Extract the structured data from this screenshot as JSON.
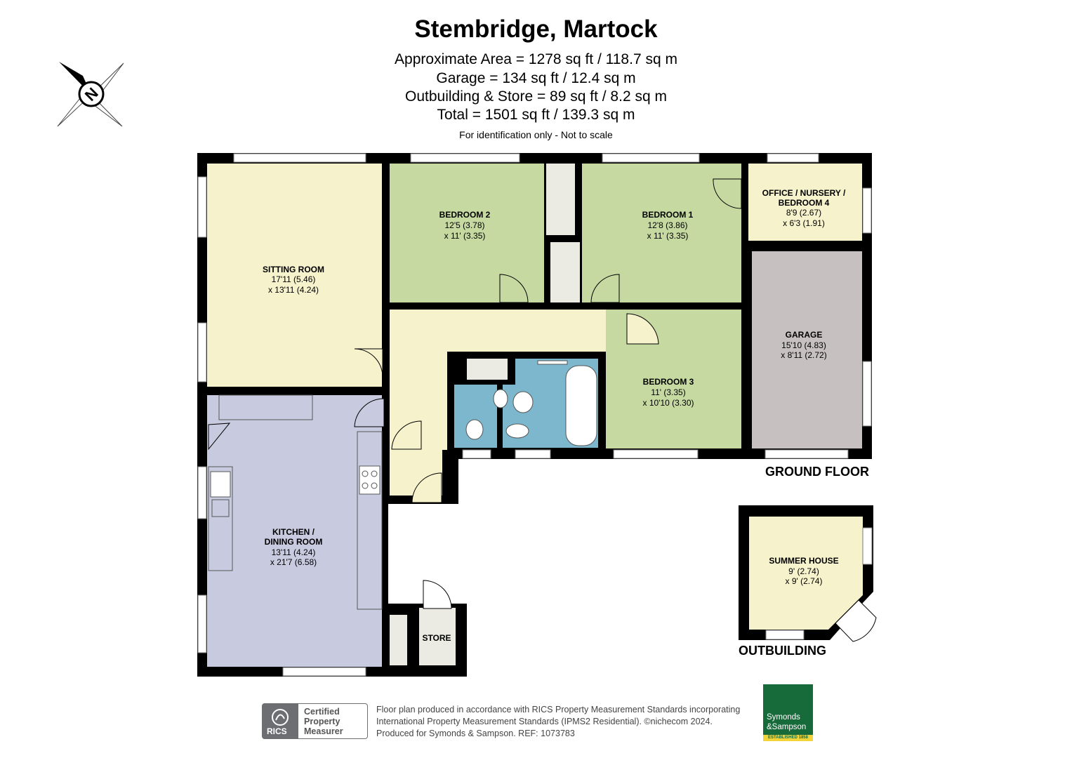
{
  "title": "Stembridge, Martock",
  "areas": [
    "Approximate Area = 1278 sq ft / 118.7 sq m",
    "Garage = 134 sq ft / 12.4 sq m",
    "Outbuilding & Store = 89 sq ft / 8.2 sq m",
    "Total = 1501 sq ft / 139.3 sq m"
  ],
  "note": "For identification only - Not to scale",
  "compass_letter": "N",
  "rooms": {
    "sitting": {
      "name": "SITTING ROOM",
      "dim1": "17'11 (5.46)",
      "dim2": "x 13'11 (4.24)"
    },
    "bed2": {
      "name": "BEDROOM 2",
      "dim1": "12'5 (3.78)",
      "dim2": "x 11' (3.35)"
    },
    "bed1": {
      "name": "BEDROOM 1",
      "dim1": "12'8 (3.86)",
      "dim2": "x 11' (3.35)"
    },
    "office": {
      "name1": "OFFICE / NURSERY /",
      "name2": "BEDROOM 4",
      "dim1": "8'9 (2.67)",
      "dim2": "x 6'3 (1.91)"
    },
    "garage": {
      "name": "GARAGE",
      "dim1": "15'10 (4.83)",
      "dim2": "x 8'11 (2.72)"
    },
    "bed3": {
      "name": "BEDROOM 3",
      "dim1": "11' (3.35)",
      "dim2": "x 10'10 (3.30)"
    },
    "kitchen": {
      "name1": "KITCHEN /",
      "name2": "DINING ROOM",
      "dim1": "13'11 (4.24)",
      "dim2": "x 21'7 (6.58)"
    },
    "store": {
      "name": "STORE"
    },
    "summer": {
      "name": "SUMMER HOUSE",
      "dim1": "9' (2.74)",
      "dim2": "x 9' (2.74)"
    }
  },
  "floors": {
    "ground": "GROUND FLOOR",
    "outbuilding": "OUTBUILDING"
  },
  "colors": {
    "sitting": "#f5f2cc",
    "bedroom": "#c5d9a1",
    "garage": "#c6c1c0",
    "kitchen": "#c8cadf",
    "bathroom": "#7cb7cd",
    "store": "#ebebe3",
    "wall": "#000000"
  },
  "footer": {
    "line1": "Floor plan produced in accordance with RICS Property Measurement Standards incorporating",
    "line2": "International Property Measurement Standards (IPMS2 Residential).   ©nichecom 2024.",
    "line3": "Produced for Symonds & Sampson.    REF: 1073783"
  },
  "rics": {
    "badge": "RICS",
    "cert1": "Certified",
    "cert2": "Property",
    "cert3": "Measurer"
  },
  "agent": {
    "line1": "Symonds",
    "line2": "&Sampson",
    "est": "ESTABLISHED 1858"
  }
}
